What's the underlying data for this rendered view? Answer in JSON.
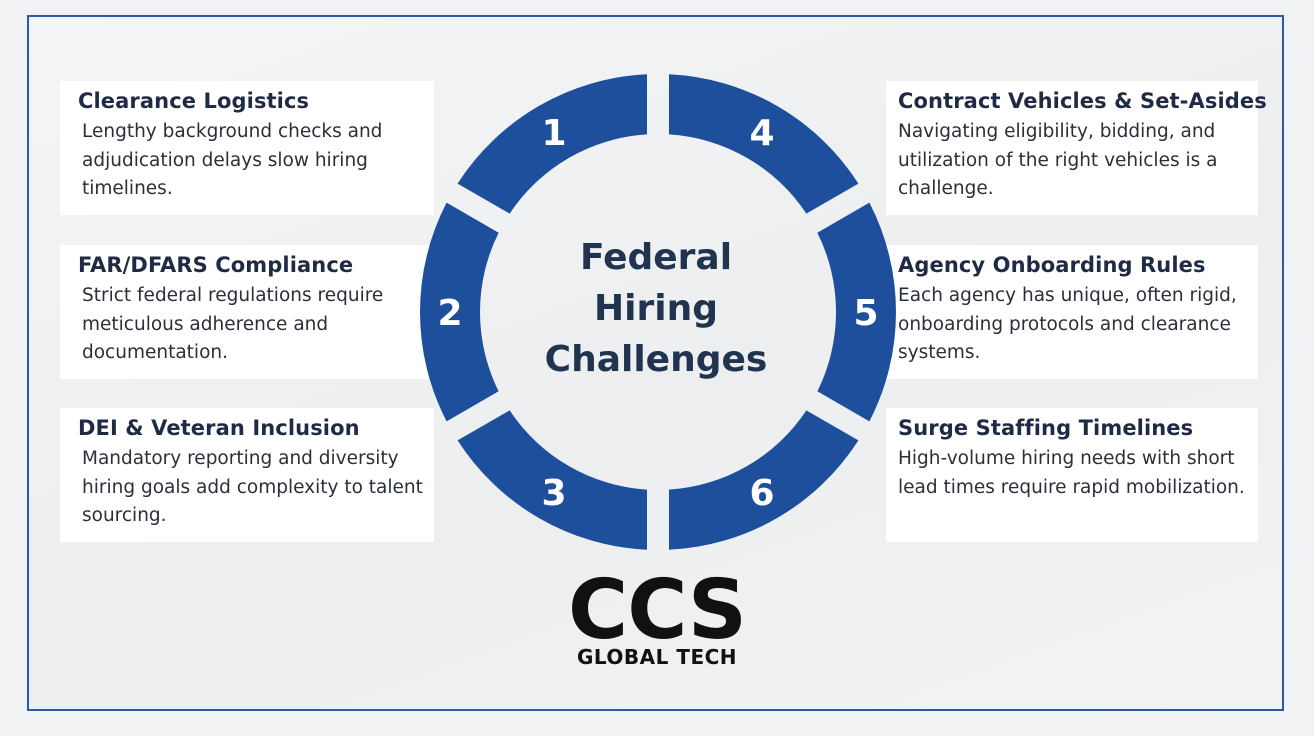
{
  "center_title": [
    "Federal",
    "Hiring",
    "Challenges"
  ],
  "colors": {
    "ring": "#1d4f9c",
    "number": "#ffffff",
    "frame": "#2a5ba6"
  },
  "segments": [
    {
      "number": "1",
      "title": "Clearance Logistics",
      "desc": "Lengthy background checks and adjudication delays slow hiring timelines."
    },
    {
      "number": "2",
      "title": "FAR/DFARS Compliance",
      "desc": "Strict federal regulations require meticulous adherence and documentation."
    },
    {
      "number": "3",
      "title": "DEI & Veteran Inclusion",
      "desc": "Mandatory reporting and diversity hiring goals add complexity to talent sourcing."
    },
    {
      "number": "4",
      "title": "Contract Vehicles & Set-Asides",
      "desc": "Navigating eligibility, bidding, and utilization of the right vehicles is a challenge."
    },
    {
      "number": "5",
      "title": "Agency Onboarding Rules",
      "desc": "Each agency has unique, often rigid, onboarding protocols and clearance systems."
    },
    {
      "number": "6",
      "title": "Surge Staffing Timelines",
      "desc": "High-volume hiring needs with short lead times require rapid mobilization."
    }
  ],
  "logo": {
    "mark": "CCS",
    "subtitle": "GLOBAL TECH"
  }
}
